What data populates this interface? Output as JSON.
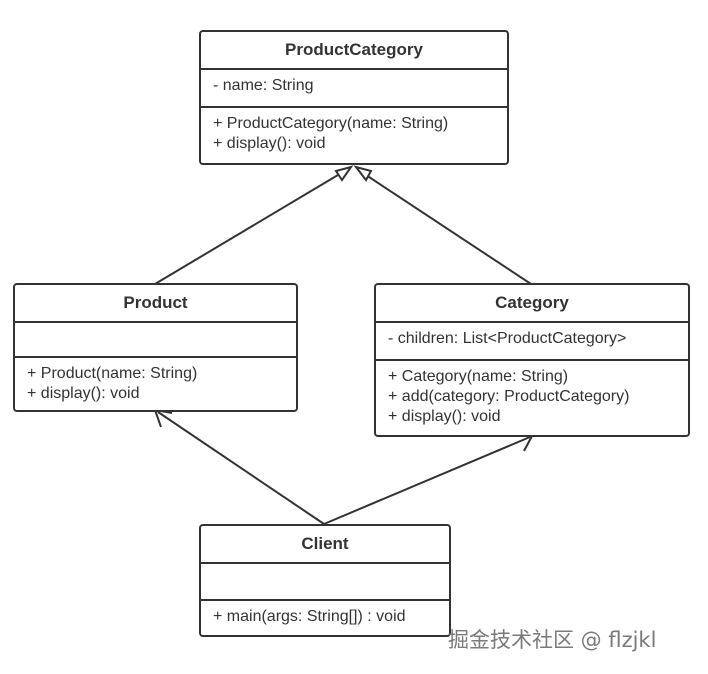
{
  "classes": {
    "product_category": {
      "name": "ProductCategory",
      "attributes": [
        "- name: String"
      ],
      "methods": [
        "+ ProductCategory(name: String)",
        "+ display(): void"
      ]
    },
    "product": {
      "name": "Product",
      "attributes": [],
      "methods": [
        "+ Product(name: String)",
        "+ display(): void"
      ]
    },
    "category": {
      "name": "Category",
      "attributes": [
        "- children: List<ProductCategory>"
      ],
      "methods": [
        "+ Category(name: String)",
        "+ add(category: ProductCategory)",
        "+ display(): void"
      ]
    },
    "client": {
      "name": "Client",
      "attributes": [],
      "methods": [
        "+ main(args: String[]) : void"
      ]
    }
  },
  "relations": [
    {
      "from": "Product",
      "to": "ProductCategory",
      "kind": "inheritance"
    },
    {
      "from": "Category",
      "to": "ProductCategory",
      "kind": "inheritance"
    },
    {
      "from": "Client",
      "to": "Product",
      "kind": "association"
    },
    {
      "from": "Client",
      "to": "Category",
      "kind": "association"
    }
  ],
  "watermark": "掘金技术社区 @ flzjkl",
  "colors": {
    "line": "#333333",
    "watermark": "#7a7a7a"
  }
}
